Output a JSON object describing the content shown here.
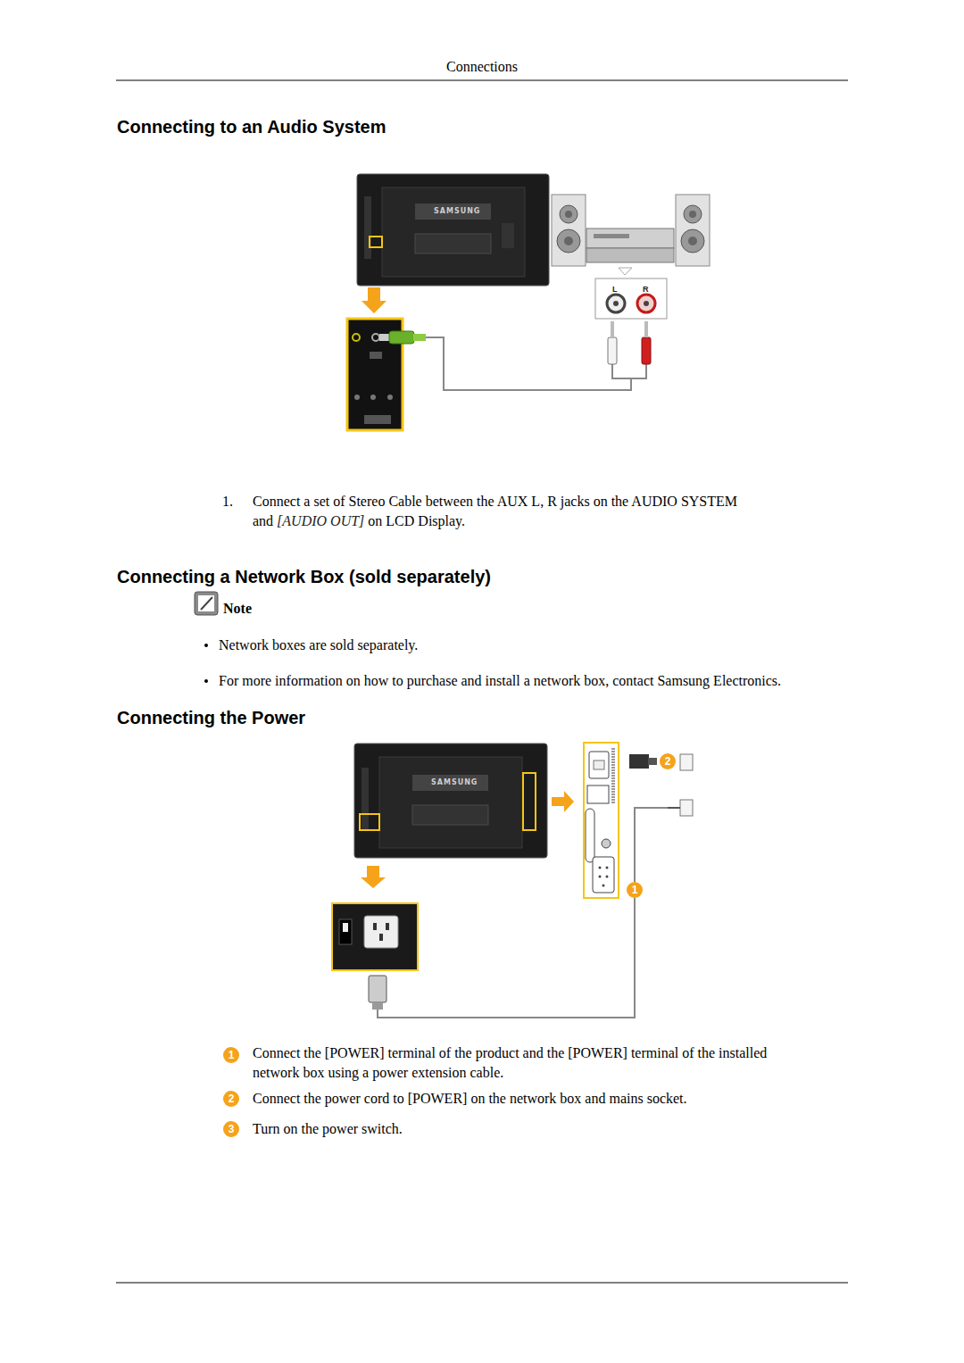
{
  "diagram": {
    "title": "Connections",
    "labels": [
      "Connecting to an Audio System",
      "SAMSUNG",
      "L",
      "R",
      "1.",
      "Connect a set of Stereo Cable between the AUX L, R jacks on the AUDIO SYSTEM and",
      "[AUDIO OUT]",
      "on LCD Display.",
      "Connecting a Network Box (sold separately)",
      "Note",
      "Network boxes are sold separately.",
      "For more information on how to purchase and install a network box, contact Samsung Electronics.",
      "Connecting the Power",
      "SAMSUNG",
      "2",
      "1",
      "1",
      "Connect the [POWER] terminal of the product and the [POWER] terminal of the installed network box using a power extension cable.",
      "2",
      "Connect the power cord to [POWER] on the network box and mains socket.",
      "3",
      "Turn on the power switch."
    ]
  }
}
